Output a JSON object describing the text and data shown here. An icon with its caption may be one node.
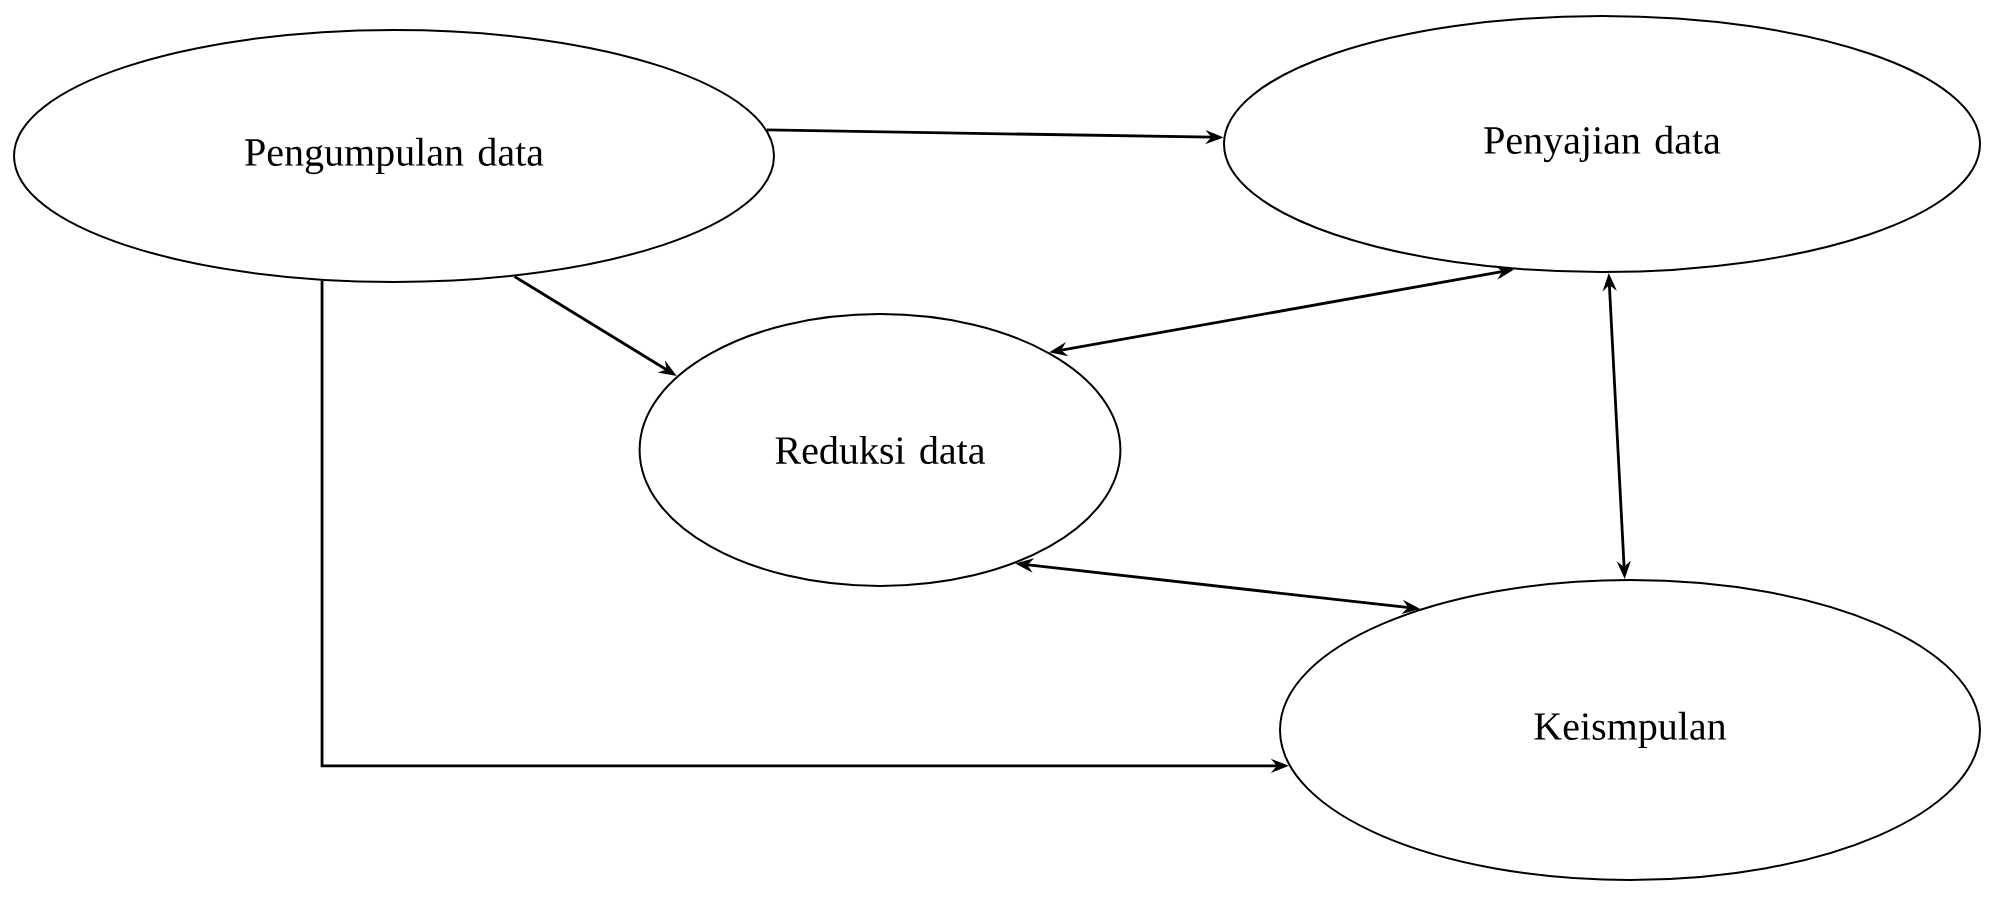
{
  "diagram": {
    "nodes": [
      {
        "text": [
          "Pengumpulan data"
        ]
      },
      {
        "text": [
          "Penyajian data"
        ]
      },
      {
        "text": [
          "Reduksi data"
        ]
      },
      {
        "text": [
          "Keismpulan"
        ]
      }
    ],
    "edges": [
      {
        "from": 0,
        "to": 1,
        "arrow": "to"
      },
      {
        "from": 0,
        "to": 2,
        "arrow": "to"
      },
      {
        "from": 1,
        "to": 2,
        "arrow": "both"
      },
      {
        "from": 1,
        "to": 3,
        "arrow": "both"
      },
      {
        "from": 2,
        "to": 3,
        "arrow": "both"
      },
      {
        "from": 0,
        "to": 3,
        "arrow": "to"
      }
    ]
  }
}
